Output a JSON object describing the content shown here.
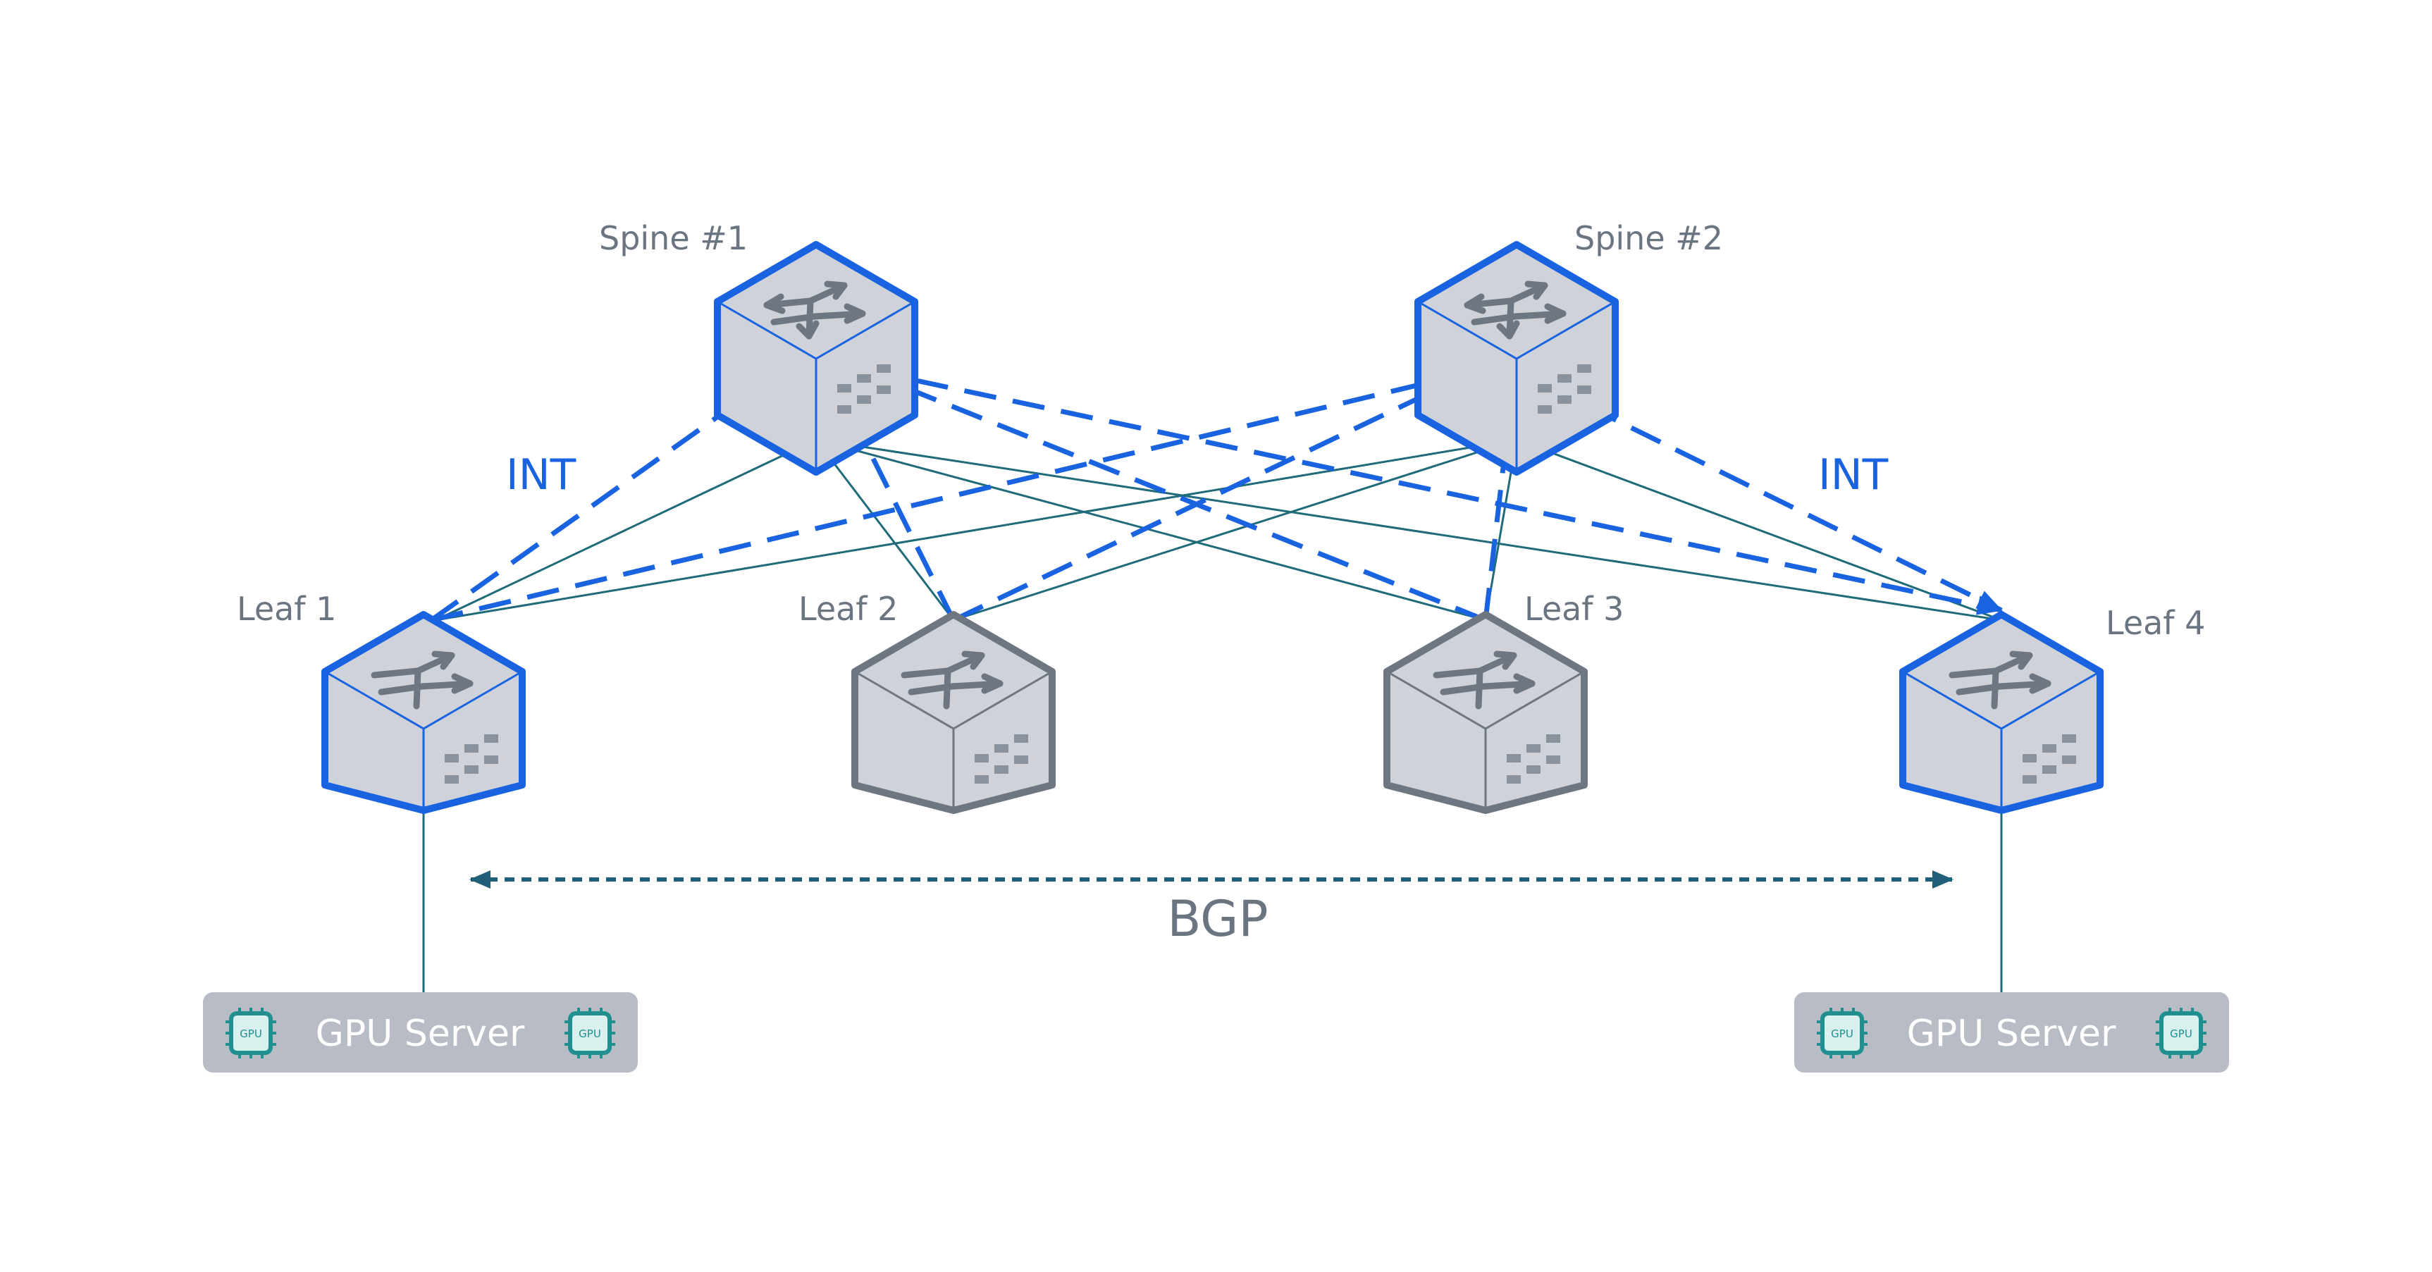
{
  "labels": {
    "spine1": "Spine #1",
    "spine2": "Spine #2",
    "leaf1": "Leaf 1",
    "leaf2": "Leaf 2",
    "leaf3": "Leaf 3",
    "leaf4": "Leaf 4",
    "int_left": "INT",
    "int_right": "INT",
    "bgp": "BGP",
    "server_left": "GPU Server",
    "server_right": "GPU Server",
    "chip": "GPU"
  },
  "colors": {
    "active": "#1a63e0",
    "inactive": "#6e7681",
    "fill": "#cfd3d9",
    "link": "#1f6b7a",
    "server_bg": "#b7bcc5",
    "chip_teal": "#1f8f8f"
  },
  "icons": [
    "switch-icon",
    "gpu-chip-icon"
  ]
}
